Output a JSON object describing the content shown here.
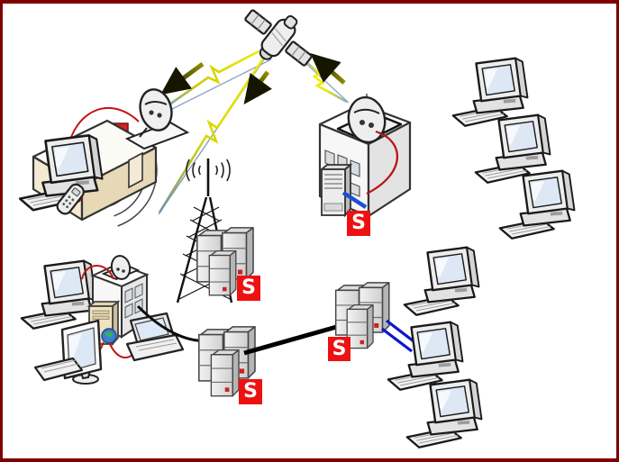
{
  "labels": {
    "server_badge": "S"
  },
  "colors": {
    "frame_border": "#7d0101",
    "badge_bg": "#ed1111",
    "badge_text": "#ffffff",
    "bolt_yellow": "#e8e800",
    "arrow_olive": "#8f8f00",
    "link_blue": "#0a18cc",
    "link_black": "#000000",
    "cable_red": "#c41212",
    "faint_wireless_link": "#8aa6c8"
  },
  "nodes": [
    {
      "id": "satellite",
      "type": "satellite",
      "badge": ""
    },
    {
      "id": "home-network",
      "type": "house-with-dish-pc-phone-wifi",
      "badge": ""
    },
    {
      "id": "radio-tower",
      "type": "lattice-antenna-tower",
      "badge": ""
    },
    {
      "id": "tower-server-cluster",
      "type": "server-cluster-3",
      "badge": "S"
    },
    {
      "id": "ground-station-building",
      "type": "building-with-roof-dish-and-server",
      "badge": "S"
    },
    {
      "id": "office-lan-top-right",
      "type": "desktop-pc-group",
      "computers": 3,
      "badge": ""
    },
    {
      "id": "soho-lan-bottom-left",
      "type": "mixed-lan-building-pc-laptop-monitor",
      "badge": ""
    },
    {
      "id": "central-server-cluster",
      "type": "server-cluster-3",
      "badge": "S"
    },
    {
      "id": "right-server-cluster",
      "type": "server-cluster-3",
      "badge": "S"
    },
    {
      "id": "client-lan-bottom-right",
      "type": "desktop-pc-group",
      "computers": 3,
      "badge": ""
    }
  ],
  "links": [
    {
      "from": "satellite",
      "to": "home-network",
      "kind": "wireless-bolt",
      "direction": "down"
    },
    {
      "from": "satellite",
      "to": "radio-tower",
      "kind": "wireless-bolt",
      "direction": "down"
    },
    {
      "from": "ground-station-building",
      "to": "satellite",
      "kind": "wireless-bolt",
      "direction": "up"
    },
    {
      "from": "soho-lan-bottom-left",
      "to": "central-server-cluster",
      "kind": "black-cable"
    },
    {
      "from": "central-server-cluster",
      "to": "right-server-cluster",
      "kind": "black-backbone"
    },
    {
      "from": "right-server-cluster",
      "to": "client-lan-bottom-right",
      "kind": "blue-ethernet",
      "lines": 2
    },
    {
      "from": "client-lan-bottom-right",
      "to": "client-lan-bottom-right",
      "kind": "blue-ethernet",
      "lines": 1
    }
  ]
}
